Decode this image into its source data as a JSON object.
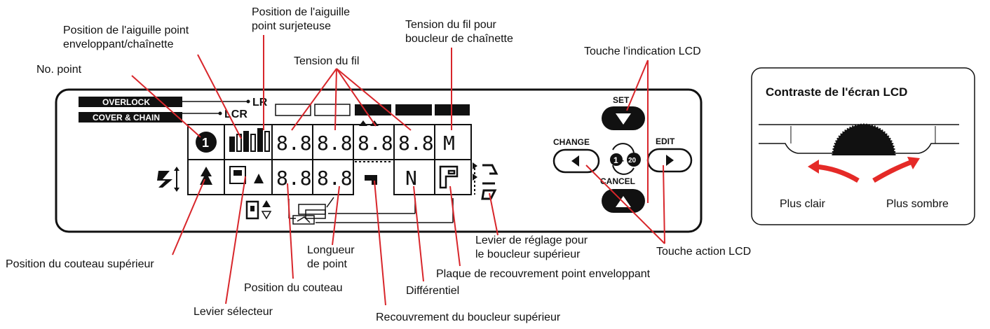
{
  "labels": {
    "no_point": "No. point",
    "aiguille_env_l1": "Position de l'aiguille point",
    "aiguille_env_l2": "enveloppant/chaînette",
    "aiguille_surj_l1": "Position de l'aiguille",
    "aiguille_surj_l2": "point surjeteuse",
    "tension_fil": "Tension du fil",
    "tension_chain_l1": "Tension du fil pour",
    "tension_chain_l2": "boucleur de chaînette",
    "touche_indication": "Touche l'indication LCD",
    "couteau_sup": "Position du couteau supérieur",
    "levier_selecteur": "Levier sélecteur",
    "position_couteau": "Position du couteau",
    "longueur_l1": "Longueur",
    "longueur_l2": "de point",
    "differentiel": "Différentiel",
    "recouvrement_boucleur": "Recouvrement du boucleur supérieur",
    "plaque_recouvrement": "Plaque de recouvrement point enveloppant",
    "levier_reglage_l1": "Levier de réglage pour",
    "levier_reglage_l2": "le boucleur supérieur",
    "touche_action": "Touche action LCD"
  },
  "lcd": {
    "overlock": "OVERLOCK",
    "cover_chain": "COVER & CHAIN",
    "lr": "LR",
    "lcr": "LCR",
    "stitch_no": "1",
    "tension_values": [
      "8.8",
      "8.8",
      "8.8",
      "8.8"
    ],
    "tension_chain": "M",
    "length_values": [
      "8.8",
      "8.8"
    ],
    "differential": "N"
  },
  "buttons": {
    "set": "SET",
    "cancel": "CANCEL",
    "change": "CHANGE",
    "edit": "EDIT",
    "cycle_start": "1",
    "cycle_end": "20"
  },
  "contrast": {
    "title": "Contraste de l'écran LCD",
    "lighter": "Plus clair",
    "darker": "Plus sombre"
  },
  "colors": {
    "leader": "#d8262b",
    "ink": "#111111",
    "arrow": "#e52a27"
  }
}
